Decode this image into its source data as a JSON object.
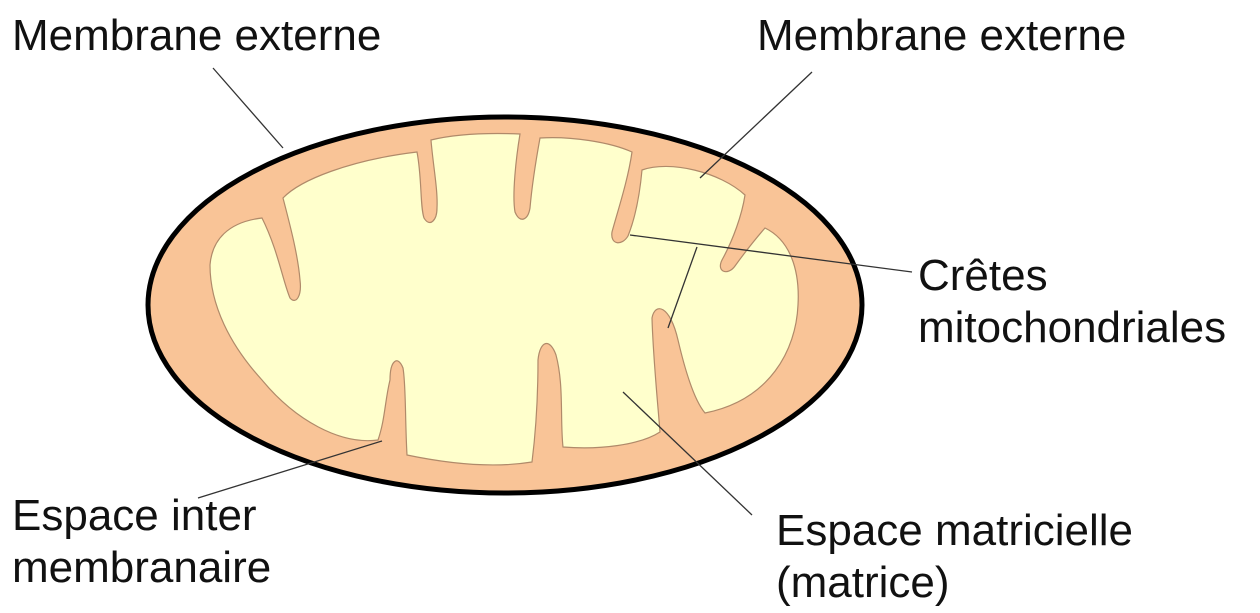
{
  "labels": {
    "outer_membrane_left": "Membrane externe",
    "outer_membrane_right": "Membrane externe",
    "cristae_line1": "Crêtes",
    "cristae_line2": "mitochondriales",
    "intermembrane_line1": "Espace inter",
    "intermembrane_line2": "membranaire",
    "matrix_line1": "Espace matricielle",
    "matrix_line2": "(matrice)"
  },
  "colors": {
    "outer_fill": "#F9C497",
    "matrix_fill": "#FFFFCC",
    "outline": "#000000",
    "leader": "#333333"
  }
}
